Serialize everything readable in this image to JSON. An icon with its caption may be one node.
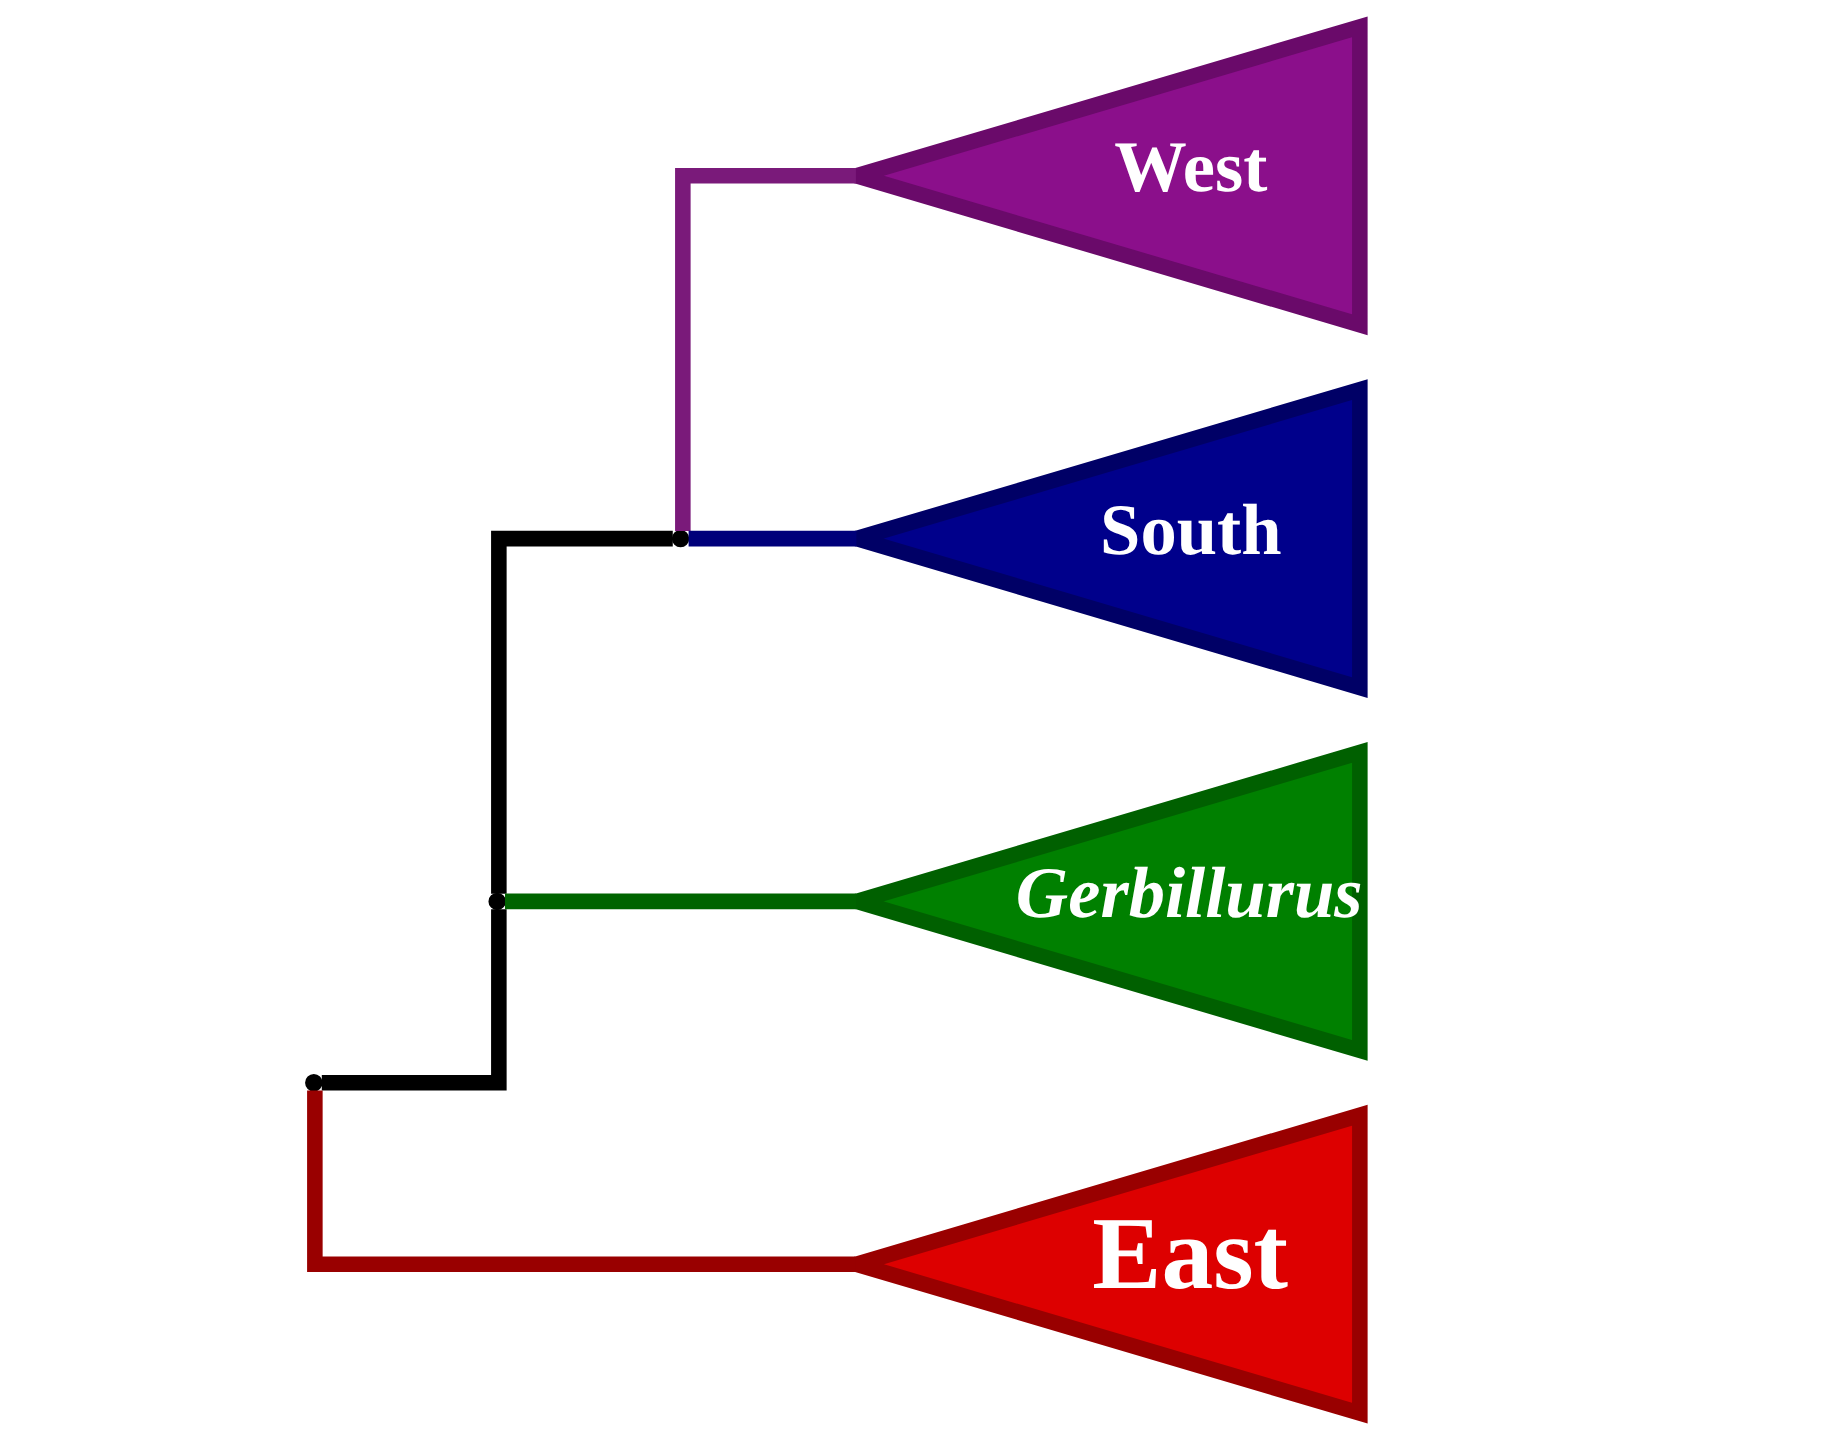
{
  "diagram": {
    "nodes": [
      {
        "text": [],
        "shape": "point"
      },
      {
        "text": [],
        "shape": "point"
      },
      {
        "text": [],
        "shape": "point"
      },
      {
        "text": [
          "West"
        ]
      },
      {
        "text": [
          "South"
        ]
      },
      {
        "text": [
          "Gerbillurus"
        ]
      },
      {
        "text": [
          "East"
        ]
      }
    ],
    "edges": [
      {
        "from": 0,
        "to": 1,
        "arrow": "none"
      },
      {
        "from": 0,
        "to": 6,
        "arrow": "none",
        "color": "#990000"
      },
      {
        "from": 1,
        "to": 2,
        "arrow": "none"
      },
      {
        "from": 1,
        "to": 5,
        "arrow": "none",
        "color": "#006400"
      },
      {
        "from": 2,
        "to": 3,
        "arrow": "none",
        "color": "#7a1a7a"
      },
      {
        "from": 2,
        "to": 4,
        "arrow": "none",
        "color": "#00007a"
      }
    ]
  }
}
